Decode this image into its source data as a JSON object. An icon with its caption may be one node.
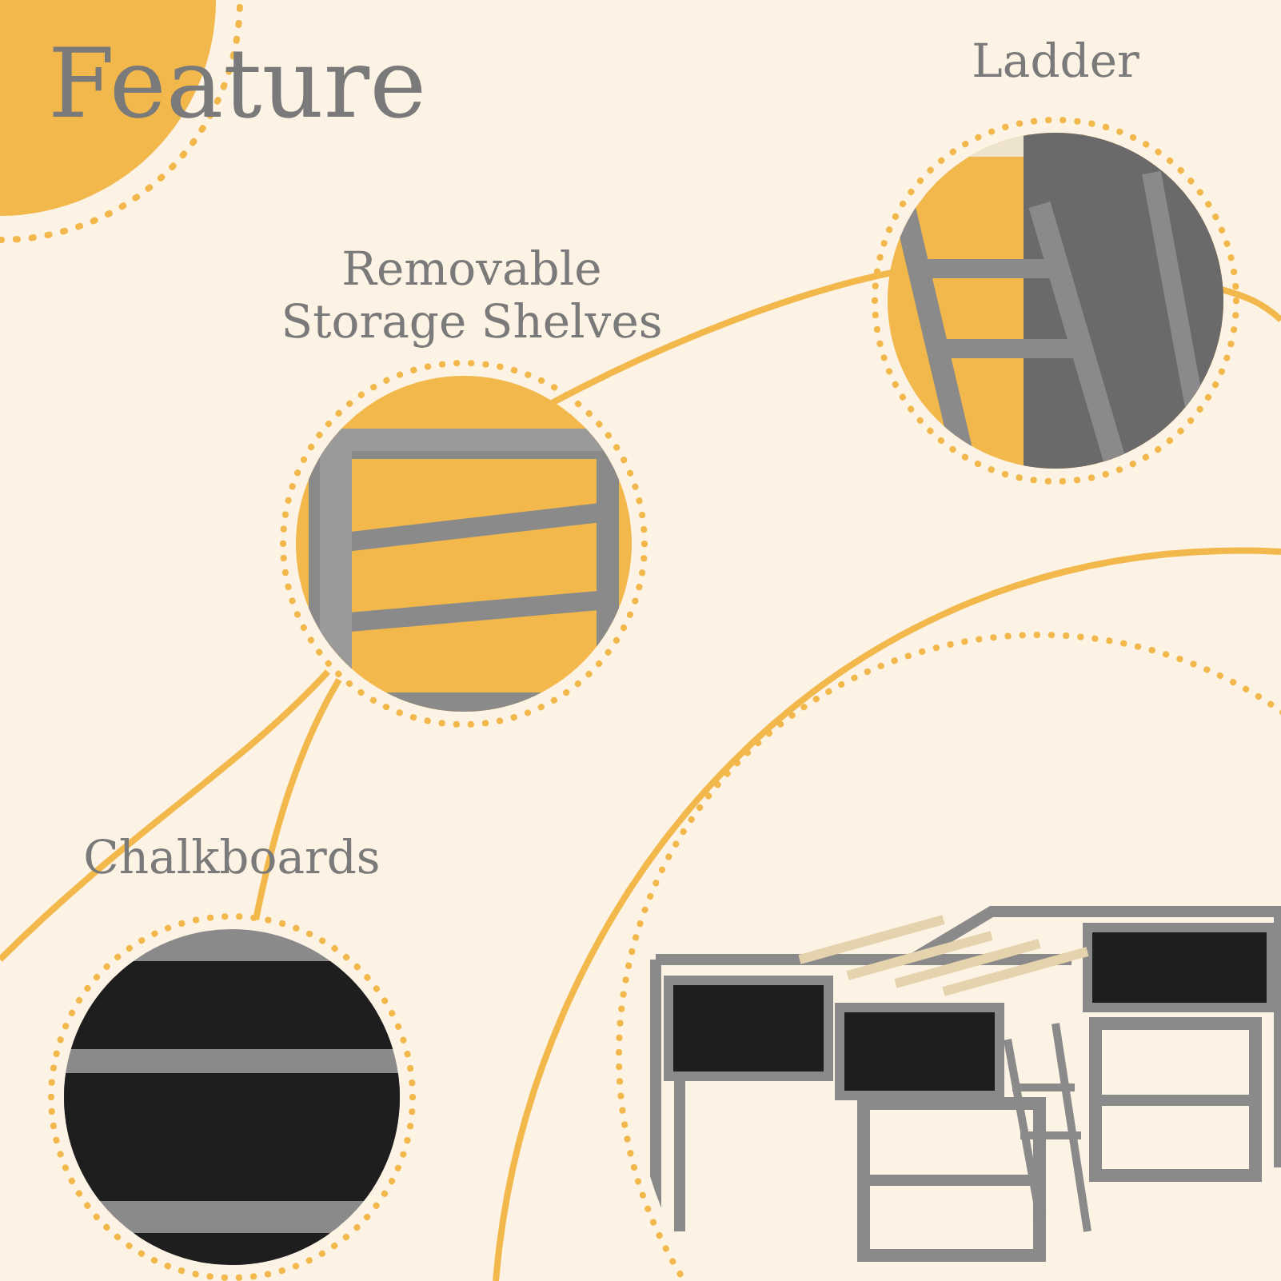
{
  "diagram": {
    "title": "Feature",
    "nodes": [
      {
        "text": [
          "Ladder"
        ]
      },
      {
        "text": [
          "Removable Storage Shelves"
        ]
      },
      {
        "text": [
          "Chalkboards"
        ]
      },
      {
        "text": [],
        "shape": "picture"
      }
    ]
  }
}
